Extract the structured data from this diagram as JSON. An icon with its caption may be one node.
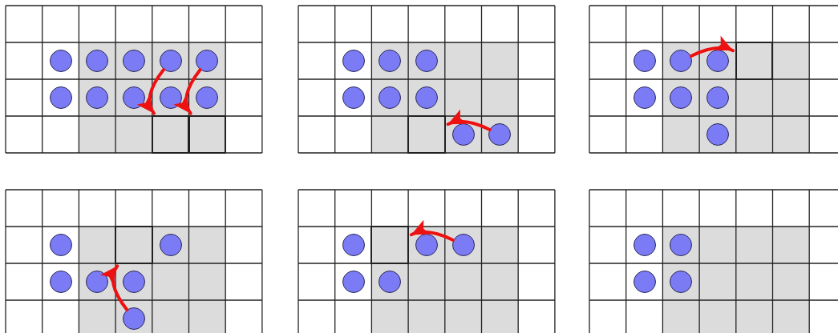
{
  "diagram": {
    "nodes": [
      {
        "text": [],
        "shape": "circle"
      },
      {
        "text": [],
        "shape": "circle"
      },
      {
        "text": [],
        "shape": "circle"
      },
      {
        "text": [],
        "shape": "circle"
      },
      {
        "text": [],
        "shape": "circle"
      },
      {
        "text": [],
        "shape": "circle"
      },
      {
        "text": [],
        "shape": "circle"
      },
      {
        "text": [],
        "shape": "circle"
      },
      {
        "text": [],
        "shape": "circle"
      },
      {
        "text": [],
        "shape": "circle"
      },
      {
        "text": [],
        "shape": "circle"
      },
      {
        "text": [],
        "shape": "circle"
      },
      {
        "text": [],
        "shape": "circle"
      },
      {
        "text": [],
        "shape": "circle"
      },
      {
        "text": [],
        "shape": "circle"
      },
      {
        "text": [],
        "shape": "circle"
      },
      {
        "text": [],
        "shape": "circle"
      },
      {
        "text": [],
        "shape": "circle"
      },
      {
        "text": [],
        "shape": "circle"
      },
      {
        "text": [],
        "shape": "circle"
      },
      {
        "text": [],
        "shape": "circle"
      },
      {
        "text": [],
        "shape": "circle"
      },
      {
        "text": [],
        "shape": "circle"
      },
      {
        "text": [],
        "shape": "circle"
      },
      {
        "text": [],
        "shape": "circle"
      },
      {
        "text": [],
        "shape": "circle"
      },
      {
        "text": [],
        "shape": "circle"
      },
      {
        "text": [],
        "shape": "circle"
      },
      {
        "text": [],
        "shape": "circle"
      },
      {
        "text": [],
        "shape": "circle"
      },
      {
        "text": [],
        "shape": "circle"
      },
      {
        "text": [],
        "shape": "circle"
      },
      {
        "text": [],
        "shape": "circle"
      },
      {
        "text": [],
        "shape": "circle"
      },
      {
        "text": [],
        "shape": "circle"
      },
      {
        "text": [],
        "shape": "circle"
      },
      {
        "text": [],
        "shape": "circle"
      },
      {
        "text": [],
        "shape": "circle"
      },
      {
        "text": [],
        "shape": "circle"
      },
      {
        "text": [],
        "shape": "circle"
      },
      {
        "text": [],
        "shape": "box"
      },
      {
        "text": [],
        "shape": "box"
      },
      {
        "text": [],
        "shape": "box"
      },
      {
        "text": [],
        "shape": "box"
      },
      {
        "text": [],
        "shape": "box"
      },
      {
        "text": [],
        "shape": "box"
      }
    ],
    "edges": [
      {
        "from": 3,
        "to": 40,
        "arrow": "to"
      },
      {
        "from": 4,
        "to": 41,
        "arrow": "to"
      },
      {
        "from": 17,
        "to": 42,
        "arrow": "to"
      },
      {
        "from": 19,
        "to": 43,
        "arrow": "to"
      },
      {
        "from": 30,
        "to": 44,
        "arrow": "to"
      },
      {
        "from": 33,
        "to": 45,
        "arrow": "to"
      }
    ]
  }
}
